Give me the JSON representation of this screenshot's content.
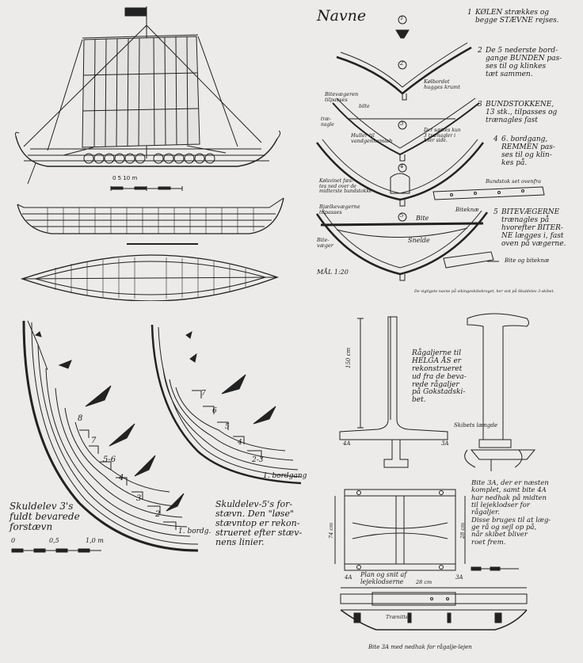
{
  "navne": {
    "title": "Navne",
    "steps": [
      {
        "num": "1",
        "text": "KØLEN strækkes og\nbegge STÆVNE rejses."
      },
      {
        "num": "2",
        "text": "De 5 nederste bord-\ngange BUNDEN pas-\nses til og klinkes\ntæt sammen."
      },
      {
        "num": "3",
        "text": "BUNDSTOKKENE,\n13 stk., tilpasses og\ntrænagles fast"
      },
      {
        "num": "4",
        "text": "6. bordgang,\nREMMEN pas-\nses til og klin-\nkes på."
      },
      {
        "num": "5",
        "text": "BITEVÆGERNE\ntrænagles på\nhvorefter BITER-\nNE lægges i, fast\noven på vægerne."
      }
    ],
    "circle_nums": [
      "1",
      "2",
      "3",
      "4",
      "5"
    ],
    "labels": {
      "kolbordet": "Kølbordet\nhugges krumt",
      "bitevaegeren_tilpasses": "Bitevægeren\ntilpasses",
      "traenagle": "træ-\nnagle",
      "huller": "Huller til\nvandgennemløb",
      "bilte": "bilte",
      "der_saettes": "Der sættes kun\n3 trænagler i\nhver side.",
      "kolsvinet": "Kølsvinet fæs-\ntes ned over de\nmidterste bundstokke",
      "bundstok": "Bundstok set ovenfra",
      "bjaelkevaegerne": "Bjælkevægerne\ntilpasses",
      "bite": "Bite",
      "biteknae": "Biteknæ",
      "bitevaeger": "Bite-\nvæger",
      "snelde": "Snelde",
      "bite_og_biteknae": "Bite og biteknæ",
      "mal": "MÅL 1:20"
    },
    "caption": "De vigtigste navne på vikingeskibskroget, her vist på Skuldelev 3-skibet."
  },
  "ship": {
    "scale_label": "0 5 10 m"
  },
  "skuldelev3": {
    "caption": "Skuldelev 3's\nfuldt bevarede\nforstævn",
    "strakes": [
      "8",
      "7",
      "5-6",
      "4",
      "3",
      "2",
      "1. bordg."
    ],
    "scale_labels": [
      "0",
      "0,5",
      "1,0 m"
    ]
  },
  "skuldelev5": {
    "caption": "Skuldelev-5's for-\nstævn. Den \"løse\"\nstævntop er rekon-\nstrueret efter stæv-\nnens linier.",
    "strakes": [
      "7",
      "6",
      "5",
      "4",
      "2-3",
      "1. bordgang"
    ]
  },
  "ragalje": {
    "text": "Rågaljerne til\nHELGA ÅS er\nrekonstrueret\nud fra de beva-\nrede rågaljer\npå Gokstadski-\nbet.",
    "dim_height": "150 cm",
    "skibets_laengde": "Skibets længde",
    "label_4a": "4A",
    "label_3a": "3A"
  },
  "bite3a": {
    "text": "Bite 3A, der er næsten\nkomplet, samt bite 4A\nhar nedhak på midten\ntil lejeklodser for\nrågaljer.\nDisse bruges til at læg-\nge rå og sejl op på,\nnår skibet bliver\nroet frem.",
    "plan_caption": "Plan og snit af\nlejeklodserne",
    "dim_left": "74 cm",
    "dim_right": "28 cm",
    "dim_top": "28 cm",
    "label_4a": "4A",
    "label_3a": "3A",
    "traenitte": "Trænitte",
    "bottom_caption": "Bite 3A med nedhak for rågalje-lejen"
  }
}
